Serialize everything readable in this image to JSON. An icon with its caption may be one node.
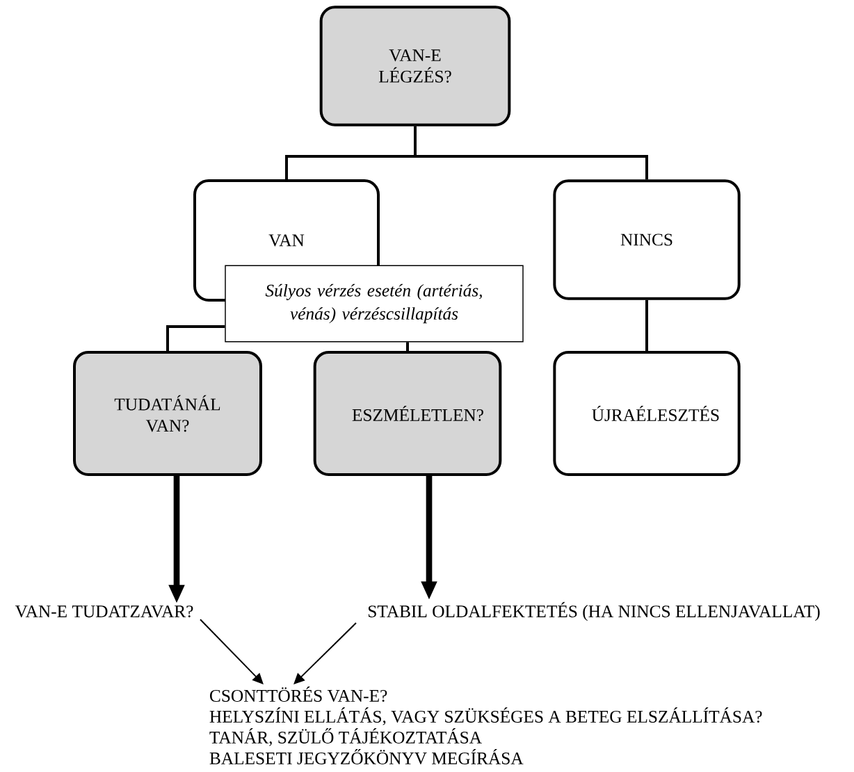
{
  "diagram": {
    "nodes": [
      {
        "text": [
          "VAN-E LÉGZÉS?"
        ]
      },
      {
        "text": [
          "VAN"
        ]
      },
      {
        "text": [
          "NINCS"
        ]
      },
      {
        "text": [
          "Súlyos vérzés esetén (artériás, vénás) vérzéscsillapítás"
        ]
      },
      {
        "text": [
          "TUDATÁNÁL VAN?"
        ]
      },
      {
        "text": [
          "ESZMÉLETLEN?"
        ]
      },
      {
        "text": [
          "ÚJRAÉLESZTÉS"
        ]
      },
      {
        "text": [
          "VAN-E TUDATZAVAR?"
        ]
      },
      {
        "text": [
          "STABIL OLDALFEKTETÉS (HA NINCS ELLENJAVALLAT)"
        ]
      },
      {
        "text": [
          "CSONTTÖRÉS VAN-E?",
          "HELYSZÍNI ELLÁTÁS, VAGY SZÜKSÉGES A BETEG ELSZÁLLÍTÁSA?",
          "TANÁR, SZÜLŐ TÁJÉKOZTATÁSA",
          "BALESETI JEGYZŐKÖNYV MEGÍRÁSA"
        ]
      }
    ],
    "edges": [
      {
        "from": 0,
        "to": 1,
        "arrow": "none"
      },
      {
        "from": 0,
        "to": 2,
        "arrow": "none"
      },
      {
        "from": 3,
        "to": 4,
        "arrow": "none"
      },
      {
        "from": 3,
        "to": 5,
        "arrow": "none"
      },
      {
        "from": 2,
        "to": 6,
        "arrow": "none"
      },
      {
        "from": 4,
        "to": 7,
        "arrow": "to",
        "style": "thick"
      },
      {
        "from": 5,
        "to": 8,
        "arrow": "to",
        "style": "thick"
      },
      {
        "from": 7,
        "to": 9,
        "arrow": "to"
      },
      {
        "from": 8,
        "to": 9,
        "arrow": "to"
      }
    ]
  }
}
